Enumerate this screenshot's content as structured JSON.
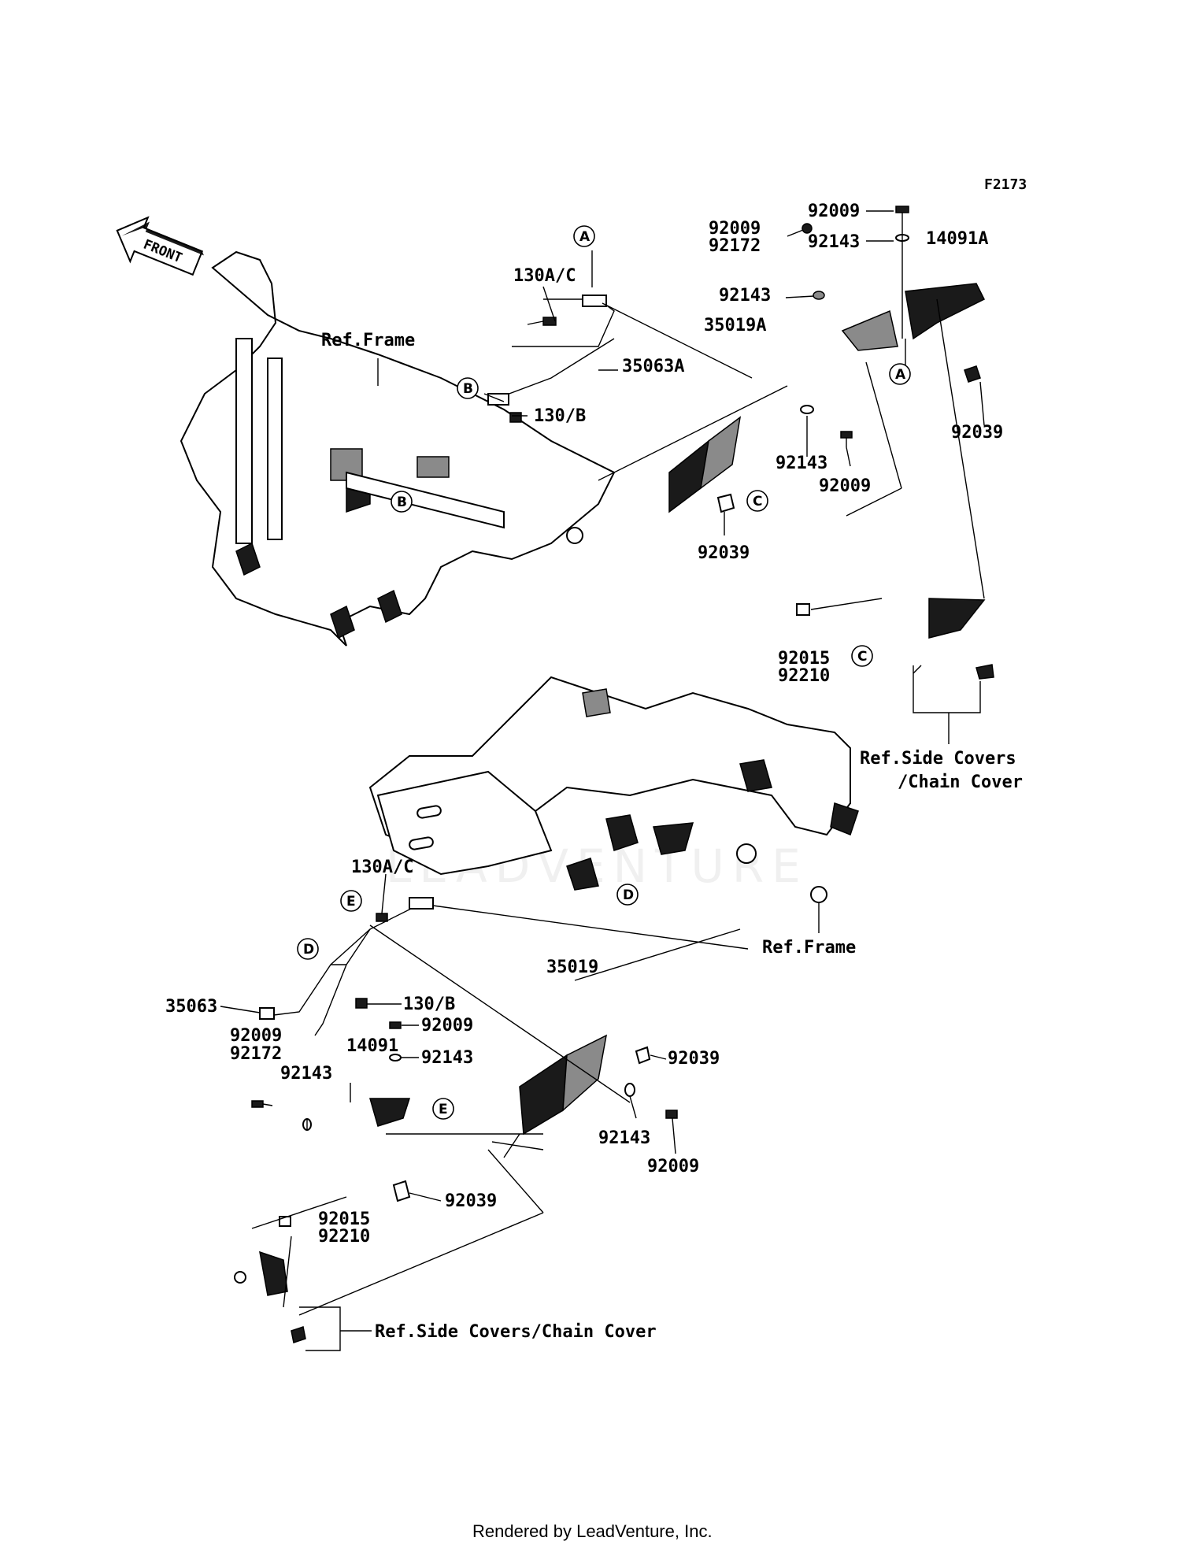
{
  "figure_code": "F2173",
  "front_arrow": {
    "label": "FRONT",
    "icon": "front-direction-arrow-icon"
  },
  "watermark": "LEADVENTURE",
  "footer": "Rendered by LeadVenture, Inc.",
  "upper_labels": {
    "p92009_top": "92009",
    "p92143_top": "92143",
    "p14091A": "14091A",
    "p92009_92172_a": "92009",
    "p92009_92172_b": "92172",
    "p92143_mid": "92143",
    "p130AC": "130A/C",
    "p35019A": "35019A",
    "ref_frame": "Ref.Frame",
    "p35063A": "35063A",
    "p130B": "130/B",
    "p92143_low": "92143",
    "p92009_low": "92009",
    "p92039_right": "92039",
    "p92039_left": "92039",
    "p92015": "92015",
    "p92210": "92210",
    "ref_side_1": "Ref.Side Covers",
    "ref_side_2": "/Chain Cover"
  },
  "lower_labels": {
    "p130AC": "130A/C",
    "ref_frame": "Ref.Frame",
    "p35019": "35019",
    "p35063": "35063",
    "p130B": "130/B",
    "p92009_a": "92009",
    "p92143_a": "92143",
    "p92009_92172_a": "92009",
    "p92009_92172_b": "92172",
    "p14091": "14091",
    "p92143_b": "92143",
    "p92039_a": "92039",
    "p92143_c": "92143",
    "p92009_c": "92009",
    "p92039_b": "92039",
    "p92015": "92015",
    "p92210": "92210",
    "ref_side": "Ref.Side Covers/Chain Cover"
  },
  "callouts": {
    "A": "A",
    "B": "B",
    "C": "C",
    "D": "D",
    "E": "E"
  }
}
